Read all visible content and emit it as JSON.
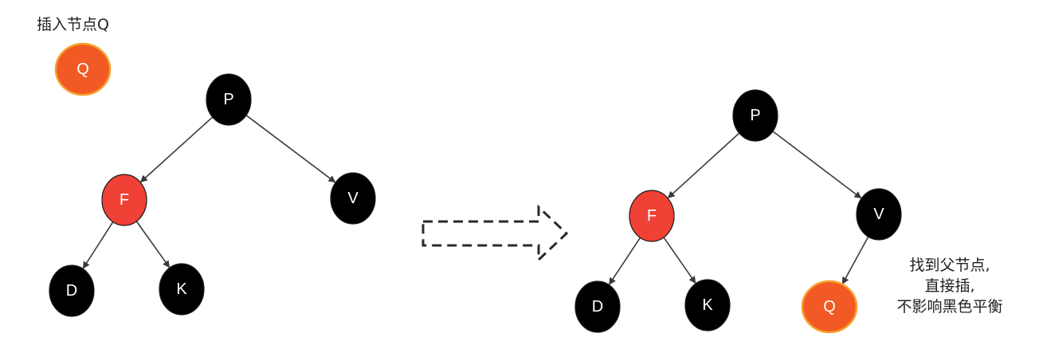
{
  "title": "插入节点Q",
  "note_lines": [
    "找到父节点,",
    "直接插,",
    "不影响黑色平衡"
  ],
  "colors": {
    "black_node": "#000000",
    "red_node": "#ef4136",
    "new_node_fill": "#f15a24",
    "new_node_border": "#f7a12a",
    "edge": "#3a3a3a"
  },
  "before_tree": {
    "new_node": "Q",
    "nodes": [
      {
        "id": "P",
        "label": "P",
        "color": "black"
      },
      {
        "id": "F",
        "label": "F",
        "color": "red"
      },
      {
        "id": "V",
        "label": "V",
        "color": "black"
      },
      {
        "id": "D",
        "label": "D",
        "color": "black"
      },
      {
        "id": "K",
        "label": "K",
        "color": "black"
      }
    ],
    "edges": [
      [
        "P",
        "F"
      ],
      [
        "P",
        "V"
      ],
      [
        "F",
        "D"
      ],
      [
        "F",
        "K"
      ]
    ]
  },
  "after_tree": {
    "nodes": [
      {
        "id": "P",
        "label": "P",
        "color": "black"
      },
      {
        "id": "F",
        "label": "F",
        "color": "red"
      },
      {
        "id": "V",
        "label": "V",
        "color": "black"
      },
      {
        "id": "D",
        "label": "D",
        "color": "black"
      },
      {
        "id": "K",
        "label": "K",
        "color": "black"
      },
      {
        "id": "Q",
        "label": "Q",
        "color": "new"
      }
    ],
    "edges": [
      [
        "P",
        "F"
      ],
      [
        "P",
        "V"
      ],
      [
        "F",
        "D"
      ],
      [
        "F",
        "K"
      ],
      [
        "V",
        "Q"
      ]
    ]
  }
}
